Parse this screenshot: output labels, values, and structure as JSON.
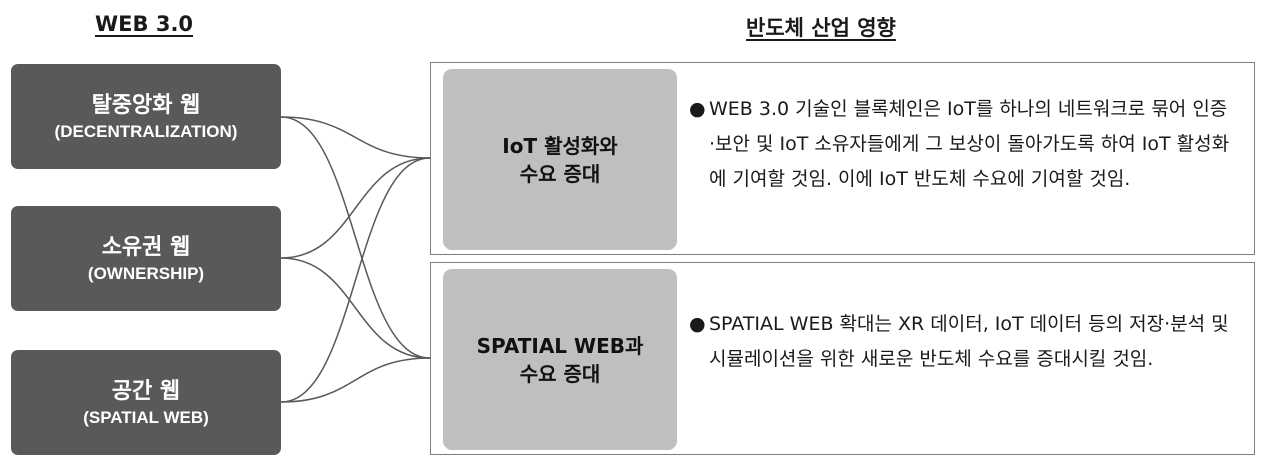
{
  "headings": {
    "left": "WEB 3.0",
    "right": "반도체 산업 영향"
  },
  "web3_features": [
    {
      "title": "탈중앙화 웹",
      "subtitle": "(DECENTRALIZATION)"
    },
    {
      "title": "소유권 웹",
      "subtitle": "(OWNERSHIP)"
    },
    {
      "title": "공간 웹",
      "subtitle": "(SPATIAL WEB)"
    }
  ],
  "impacts": [
    {
      "title_line1": "IoT 활성화와",
      "title_line2": "수요 증대",
      "bullet": "●",
      "description": "WEB 3.0 기술인 블록체인은 IoT를 하나의 네트워크로 묶어 인증·보안 및 IoT 소유자들에게 그 보상이 돌아가도록 하여 IoT 활성화에 기여할 것임. 이에 IoT 반도체 수요에 기여할 것임."
    },
    {
      "title_line1": "SPATIAL WEB과",
      "title_line2": "수요 증대",
      "bullet": "●",
      "description": "SPATIAL WEB 확대는 XR 데이터, IoT 데이터 등의 저장·분석 및 시뮬레이션을 위한 새로운 반도체 수요를 증대시킬 것임."
    }
  ],
  "connections": [
    {
      "from": 0,
      "to": 0
    },
    {
      "from": 0,
      "to": 1
    },
    {
      "from": 1,
      "to": 0
    },
    {
      "from": 1,
      "to": 1
    },
    {
      "from": 2,
      "to": 0
    },
    {
      "from": 2,
      "to": 1
    }
  ],
  "colors": {
    "feature_box": "#595959",
    "impact_box": "#bfbfbf",
    "panel_border": "#7f7f7f",
    "connector": "#595959"
  }
}
